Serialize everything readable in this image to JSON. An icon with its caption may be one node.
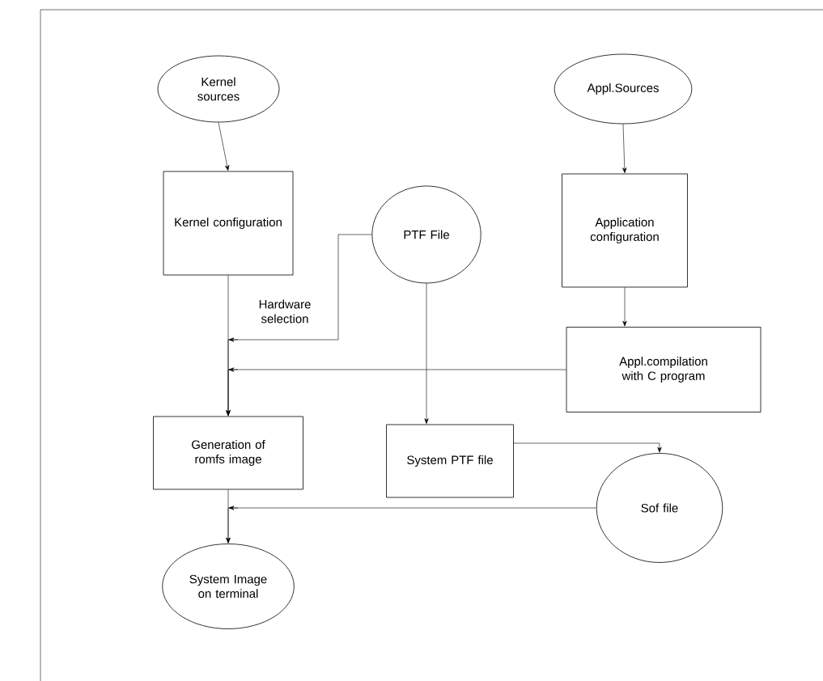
{
  "diagram": {
    "nodes": [
      {
        "text": [
          "Kernel sources"
        ]
      },
      {
        "text": [
          "Appl.Sources"
        ]
      },
      {
        "text": [
          "Kernel configuration"
        ]
      },
      {
        "text": [
          "PTF File"
        ]
      },
      {
        "text": [
          "Application configuration"
        ]
      },
      {
        "text": [
          "Appl.compilation with C program"
        ]
      },
      {
        "text": [
          "Generation of romfs image"
        ]
      },
      {
        "text": [
          "System PTF file"
        ]
      },
      {
        "text": [
          "Sof file"
        ]
      },
      {
        "text": [
          "System Image on terminal"
        ]
      }
    ],
    "edges": [
      {
        "from": 0,
        "to": 2,
        "arrow": "to"
      },
      {
        "from": 1,
        "to": 4,
        "arrow": "to"
      },
      {
        "from": 4,
        "to": 5,
        "arrow": "to"
      },
      {
        "from": 2,
        "to": 6,
        "arrow": "to"
      },
      {
        "from": 3,
        "to": 6,
        "arrow": "to",
        "label": "Hardware selection"
      },
      {
        "from": 5,
        "to": 6,
        "arrow": "to"
      },
      {
        "from": 3,
        "to": 7,
        "arrow": "to"
      },
      {
        "from": 7,
        "to": 8,
        "arrow": "to"
      },
      {
        "from": 8,
        "to": 9,
        "arrow": "to"
      },
      {
        "from": 6,
        "to": 9,
        "arrow": "to"
      }
    ]
  }
}
